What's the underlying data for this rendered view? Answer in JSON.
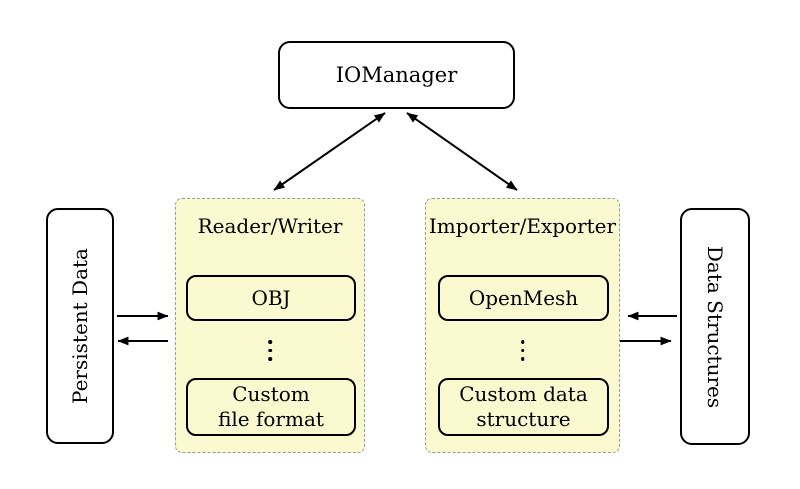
{
  "diagram": {
    "colors": {
      "background": "#FFFFFF",
      "panel_fill": "#FBF9CF",
      "panel_border": "#999999",
      "node_border": "#000000",
      "arrow": "#000000"
    },
    "icons": {
      "vertical_dots": "⋮"
    },
    "nodes": {
      "iomanager": {
        "label": "IOManager"
      },
      "persistent_data": {
        "label": "Persistent Data"
      },
      "data_structures": {
        "label": "Data Structures"
      },
      "reader_writer": {
        "title": "Reader/Writer",
        "items": [
          {
            "lines": [
              "OBJ"
            ]
          },
          {
            "lines": [
              "Custom",
              "file format"
            ]
          }
        ]
      },
      "importer_exporter": {
        "title": "Importer/Exporter",
        "items": [
          {
            "lines": [
              "OpenMesh"
            ]
          },
          {
            "lines": [
              "Custom data",
              "structure"
            ]
          }
        ]
      }
    },
    "edges": [
      {
        "between": [
          "IOManager",
          "Reader/Writer"
        ],
        "arrows": "double-headed"
      },
      {
        "between": [
          "IOManager",
          "Importer/Exporter"
        ],
        "arrows": "double-headed"
      },
      {
        "between": [
          "Persistent Data",
          "Reader/Writer"
        ],
        "arrows": "two-opposite-single"
      },
      {
        "between": [
          "Importer/Exporter",
          "Data Structures"
        ],
        "arrows": "two-opposite-single"
      }
    ]
  }
}
